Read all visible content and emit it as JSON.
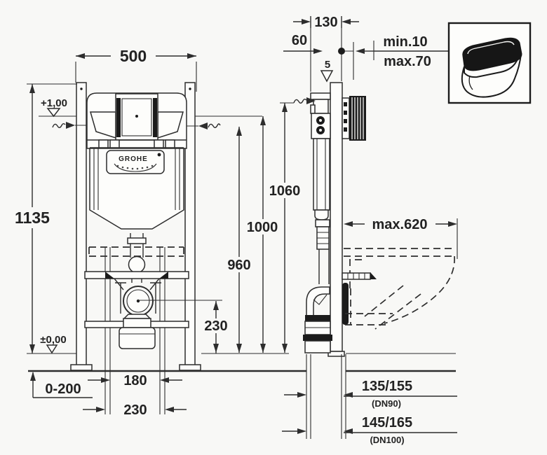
{
  "drawing": {
    "type": "technical-installation-diagram",
    "subject": "wall-hung WC concealed cistern frame, front and side elevation with dimensions (mm)",
    "colors": {
      "background": "#f8f8f6",
      "line": "#2d2d2d",
      "dark": "#1b1b1b"
    },
    "front": {
      "dim_width": "500",
      "dim_height": "1135",
      "datum_top": "+1,00",
      "datum_floor": "±0,00",
      "dim_floor_buildup": "0-200",
      "dim_bolt_inner": "180",
      "dim_bolt_outer": "230",
      "dim_drain_height": "230",
      "brand": "GROHE"
    },
    "side": {
      "dim_depth": "130",
      "dim_front_offset": "60",
      "dim_gap": "5",
      "dim_wall_min": "min.10",
      "dim_wall_max": "max.70",
      "dim_bowl_depth": "max.620",
      "dim_h_960": "960",
      "dim_h_1000": "1000",
      "dim_h_1060": "1060",
      "dim_outlet_dn90": "135/155",
      "dim_outlet_dn90_note": "(DN90)",
      "dim_outlet_dn100": "145/165",
      "dim_outlet_dn100_note": "(DN100)"
    }
  }
}
